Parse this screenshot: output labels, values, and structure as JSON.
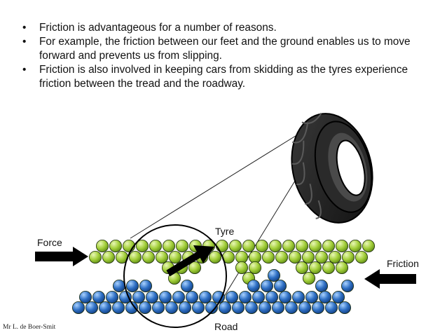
{
  "bullets": [
    "Friction is advantageous for a number of reasons.",
    "For example, the friction between our feet and the ground enables us to move forward and prevents us from slipping.",
    "Friction is also involved in keeping cars from skidding as the tyres experience friction between the tread and the roadway."
  ],
  "labels": {
    "tyre": "Tyre",
    "force": "Force",
    "friction": "Friction",
    "road": "Road"
  },
  "credit": "Mr L. de Boer-Smit",
  "colors": {
    "tyre_particle": "#a3cf3a",
    "road_particle": "#2e6fc4",
    "arrow": "#000000",
    "tyre_body": "#1e1e1e"
  },
  "icons": {
    "tyre": "tyre-icon",
    "force_arrow": "arrow-right-icon",
    "friction_arrow": "arrow-left-icon",
    "contact_arrow": "arrow-diagonal-icon"
  }
}
